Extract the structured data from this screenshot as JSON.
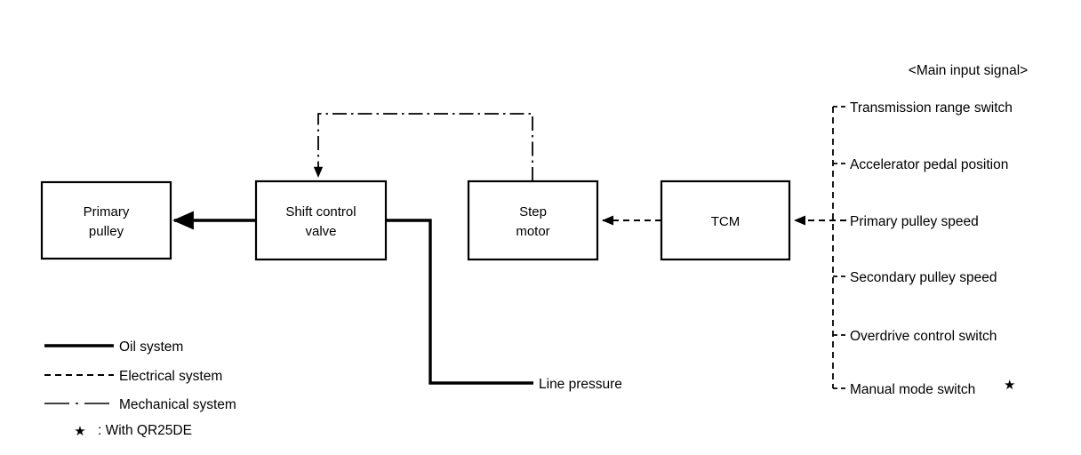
{
  "diagram": {
    "title_hidden": "",
    "boxes": [
      {
        "id": "primary-pulley",
        "line1": "Primary",
        "line2": "pulley"
      },
      {
        "id": "shift-control-valve",
        "line1": "Shift control",
        "line2": "valve"
      },
      {
        "id": "step-motor",
        "line1": "Step",
        "line2": "motor"
      },
      {
        "id": "tcm",
        "line1": "TCM",
        "line2": ""
      }
    ],
    "flow_labels": {
      "line_pressure": "Line pressure"
    },
    "input_panel": {
      "header": "<Main input signal>",
      "items": [
        {
          "label": "Transmission range switch",
          "starred": false
        },
        {
          "label": "Accelerator pedal position",
          "starred": false
        },
        {
          "label": "Primary pulley speed",
          "starred": false
        },
        {
          "label": "Secondary pulley speed",
          "starred": false
        },
        {
          "label": "Overdrive control switch",
          "starred": false
        },
        {
          "label": "Manual mode switch",
          "starred": true
        }
      ],
      "star_glyph": "✱"
    },
    "legend": {
      "items": [
        {
          "label": "Oil system",
          "style": "solid-thick"
        },
        {
          "label": "Electrical system",
          "style": "dashed"
        },
        {
          "label": "Mechanical system",
          "style": "dash-dot"
        }
      ],
      "footnote_star": "★",
      "footnote_text": ": With QR25DE"
    },
    "colors": {
      "stroke": "#000000",
      "background": "#ffffff"
    }
  }
}
